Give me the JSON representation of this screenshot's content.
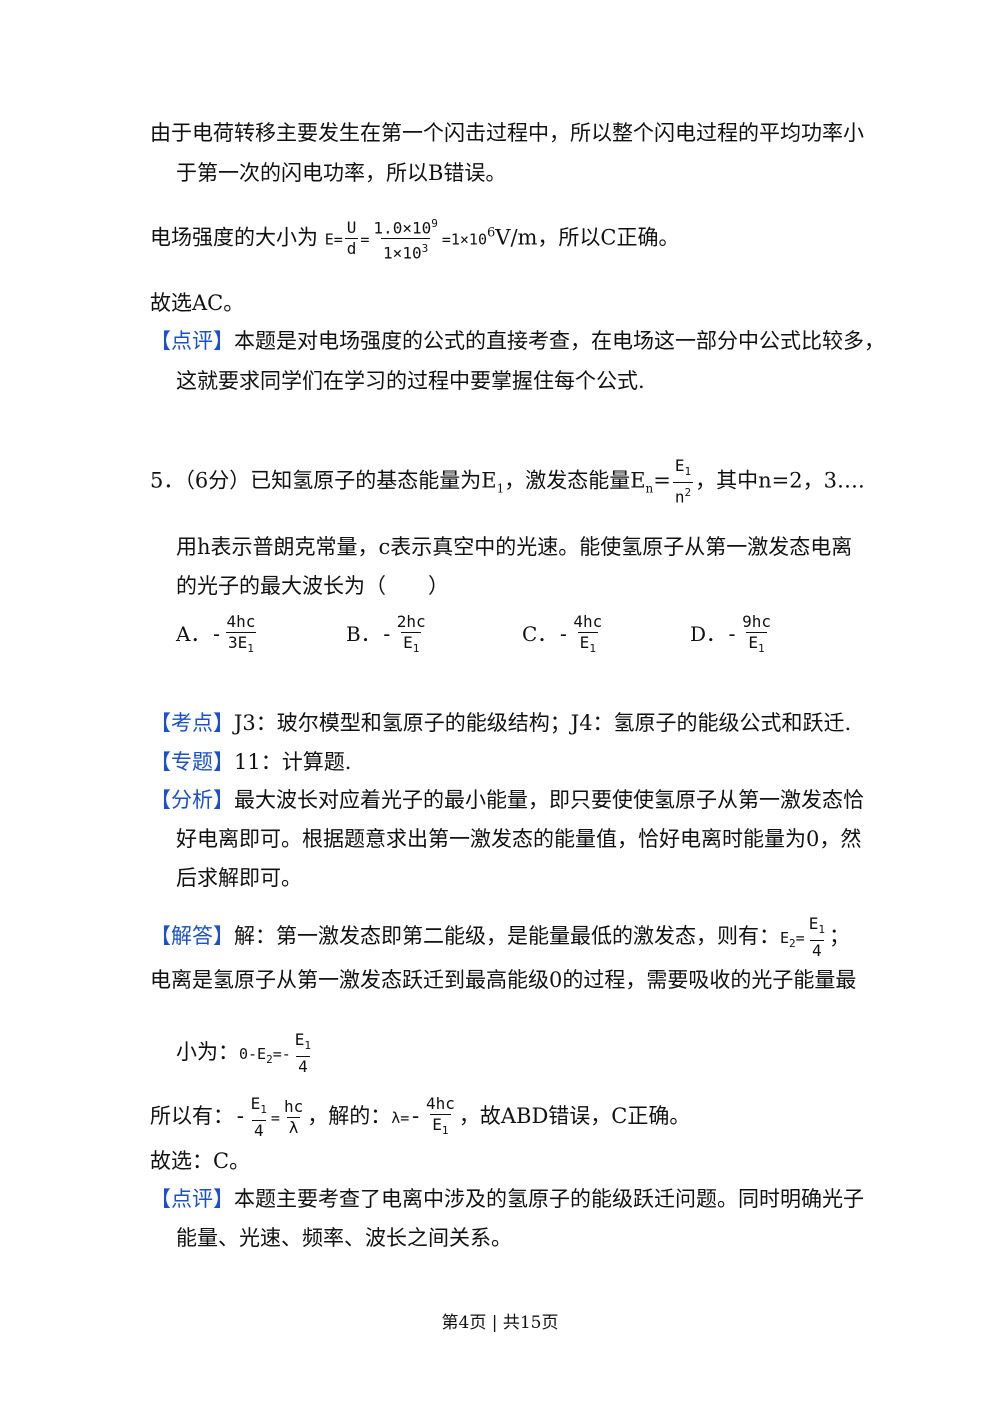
{
  "p1": {
    "l1": "由于电荷转移主要发生在第一个闪击过程中，所以整个闪电过程的平均功率小",
    "l2": "于第一次的闪电功率，所以B错误。"
  },
  "p2": {
    "lead": "电场强度的大小为",
    "e_eq": "E=",
    "f1_num": "U",
    "f1_den": "d",
    "eq1": "=",
    "f2_num": "1.0×10",
    "f2_num_exp": "9",
    "f2_den": "1×10",
    "f2_den_exp": "3",
    "eq2": "=1×10",
    "exp6": "6",
    "unit": "V/m，所以C正确。"
  },
  "p3": "故选AC。",
  "review1": {
    "tag": "【点评】",
    "l1": "本题是对电场强度的公式的直接考查，在电场这一部分中公式比较多，",
    "l2": "这就要求同学们在学习的过程中要掌握住每个公式."
  },
  "q5": {
    "head": "5．（6分）已知氢原子的基态能量为E",
    "head_sub": "1",
    "mid": "，激发态能量E",
    "mid_sub": "n",
    "mid_eq": "=",
    "fr_num": "E",
    "fr_num_sub": "1",
    "fr_den": "n",
    "fr_den_sup": "2",
    "tail": "，其中n=2，3….",
    "l2": "用h表示普朗克常量，c表示真空中的光速。能使氢原子从第一激发态电离",
    "l3": "的光子的最大波长为（　　）",
    "options": [
      {
        "label": "A．",
        "num": "4hc",
        "den": "3E",
        "den_sub": "1"
      },
      {
        "label": "B．",
        "num": "2hc",
        "den": "E",
        "den_sub": "1"
      },
      {
        "label": "C．",
        "num": "4hc",
        "den": "E",
        "den_sub": "1"
      },
      {
        "label": "D．",
        "num": "9hc",
        "den": "E",
        "den_sub": "1"
      }
    ]
  },
  "kaodian": {
    "tag": "【考点】",
    "text": "J3：玻尔模型和氢原子的能级结构；J4：氢原子的能级公式和跃迁."
  },
  "zhuanti": {
    "tag": "【专题】",
    "text": "11：计算题."
  },
  "fenxi": {
    "tag": "【分析】",
    "l1": "最大波长对应着光子的最小能量，即只要使使氢原子从第一激发态恰",
    "l2": "好电离即可。根据题意求出第一激发态的能量值，恰好电离时能量为0，然",
    "l3": "后求解即可。"
  },
  "jieda": {
    "tag": "【解答】",
    "l1": "解：第一激发态即第二能级，是能量最低的激发态，则有：",
    "l1_lhs": "E",
    "l1_lhs_sub": "2",
    "l1_eq": "=",
    "l1_num": "E",
    "l1_num_sub": "1",
    "l1_den": "4",
    "l1_end": "；",
    "l2": "电离是氢原子从第一激发态跃迁到最高能级0的过程，需要吸收的光子能量最",
    "l3": "小为：",
    "l3_expr": "0-E",
    "l3_sub": "2",
    "l3_eq": "=-",
    "l3_num": "E",
    "l3_num_sub": "1",
    "l3_den": "4",
    "l4_lead": "所以有：",
    "l4_neg": "-",
    "l4_num": "E",
    "l4_num_sub": "1",
    "l4_den": "4",
    "l4_eq": "=",
    "l4_num2": "hc",
    "l4_den2": "λ",
    "l4_mid": "，解的：",
    "l4_lambda": "λ=",
    "l4_neg2": "-",
    "l4_num3": "4hc",
    "l4_den3": "E",
    "l4_den3_sub": "1",
    "l4_end": "，故ABD错误，C正确。"
  },
  "guxuan": "故选：C。",
  "review2": {
    "tag": "【点评】",
    "l1": "本题主要考查了电离中涉及的氢原子的能级跃迁问题。同时明确光子",
    "l2": "能量、光速、频率、波长之间关系。"
  },
  "footer": "第4页 | 共15页"
}
